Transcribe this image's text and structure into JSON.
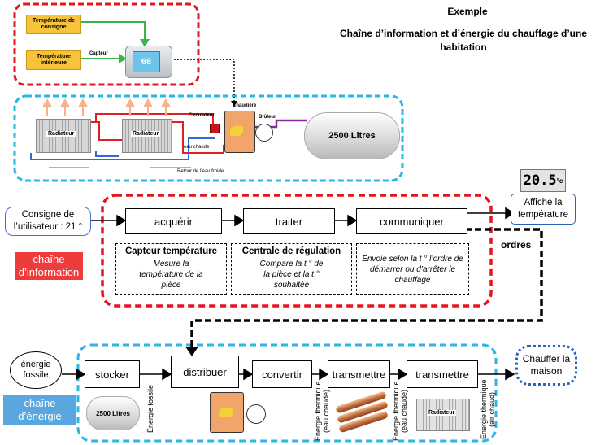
{
  "header": {
    "exemple": "Exemple",
    "title": "Chaîne d’information  et d’énergie du chauffage d’une habitation"
  },
  "illustration": {
    "consigne_label": "Température de consigne",
    "interieure_label": "Température intérieure",
    "capteur_label": "Capteur",
    "thermostat_display": "68",
    "radiator_label": "Radiateur",
    "circulateur_label": "Circulateur",
    "chaudiere_label": "Chaudière",
    "bruleur_label": "Brûleur",
    "tank_label": "2500 Litres",
    "eau_chaude_label": "eau chaude",
    "retour_label": "Retour de l'eau froide"
  },
  "display": {
    "digits": "20.5",
    "unit": "°c"
  },
  "info_chain": {
    "input": "Consigne de l’utilisateur : 21 °",
    "output": "Affiche la température",
    "label": "chaîne d’information",
    "ordres": "ordres",
    "steps": [
      {
        "name": "acquérir",
        "head": "Capteur température",
        "desc": "Mesure la température de la pièce"
      },
      {
        "name": "traiter",
        "head": "Centrale de régulation",
        "desc": "Compare la t ° de la pièce et la t ° souhaitée"
      },
      {
        "name": "communiquer",
        "head": "",
        "desc": "Envoie selon la t ° l’ordre de démarrer ou d’arrêter le chauffage"
      }
    ]
  },
  "energy_chain": {
    "input": "énergie fossile",
    "output": "Chauffer la maison",
    "label": "chaîne d’énergie",
    "steps": [
      "stocker",
      "distribuer",
      "convertir",
      "transmettre",
      "transmettre"
    ],
    "flows": [
      "Énergie fossile",
      "Énergie thermique (eau chaude)",
      "Énergie thermique (eau chaude)",
      "Énergie thermique (air chaud)"
    ],
    "tank_label": "2500 Litres",
    "radiator_label": "Radiateur"
  },
  "colors": {
    "red_dash": "#e8141c",
    "blue_dash": "#2ab7e6",
    "info_tag": "#ee3b3b",
    "energy_tag": "#5aa7e0",
    "output_border": "#2a63b8"
  }
}
